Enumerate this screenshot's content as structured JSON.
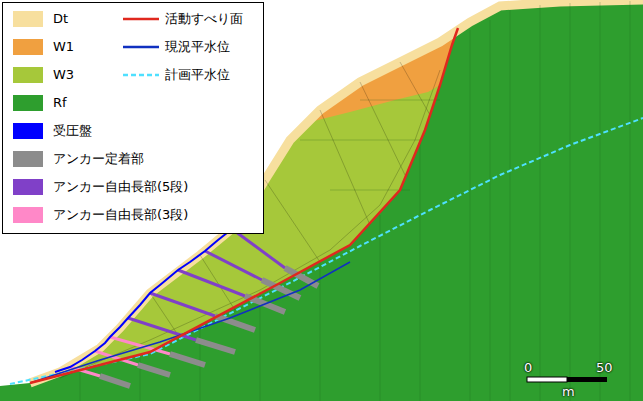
{
  "diagram": {
    "labels": [
      "0",
      "50",
      "m"
    ],
    "legend": [
      {
        "text": "Dt",
        "color": "#f7df9e"
      },
      {
        "text": "活動すべり面"
      },
      {
        "text": "W1",
        "color": "#f0a040"
      },
      {
        "text": "現況平水位"
      },
      {
        "text": "W3",
        "color": "#a6c83a"
      },
      {
        "text": "計画平水位"
      },
      {
        "text": "Rf",
        "color": "#2e9e2e"
      },
      {
        "text": "受圧盤",
        "color": "#0000ff"
      },
      {
        "text": "アンカー定着部",
        "color": "#8c8c8c"
      },
      {
        "text": "アンカー自由長部(5段)",
        "color": "#8040c8"
      },
      {
        "text": "アンカー自由長部(3段)",
        "color": "#ff88c8"
      }
    ]
  }
}
